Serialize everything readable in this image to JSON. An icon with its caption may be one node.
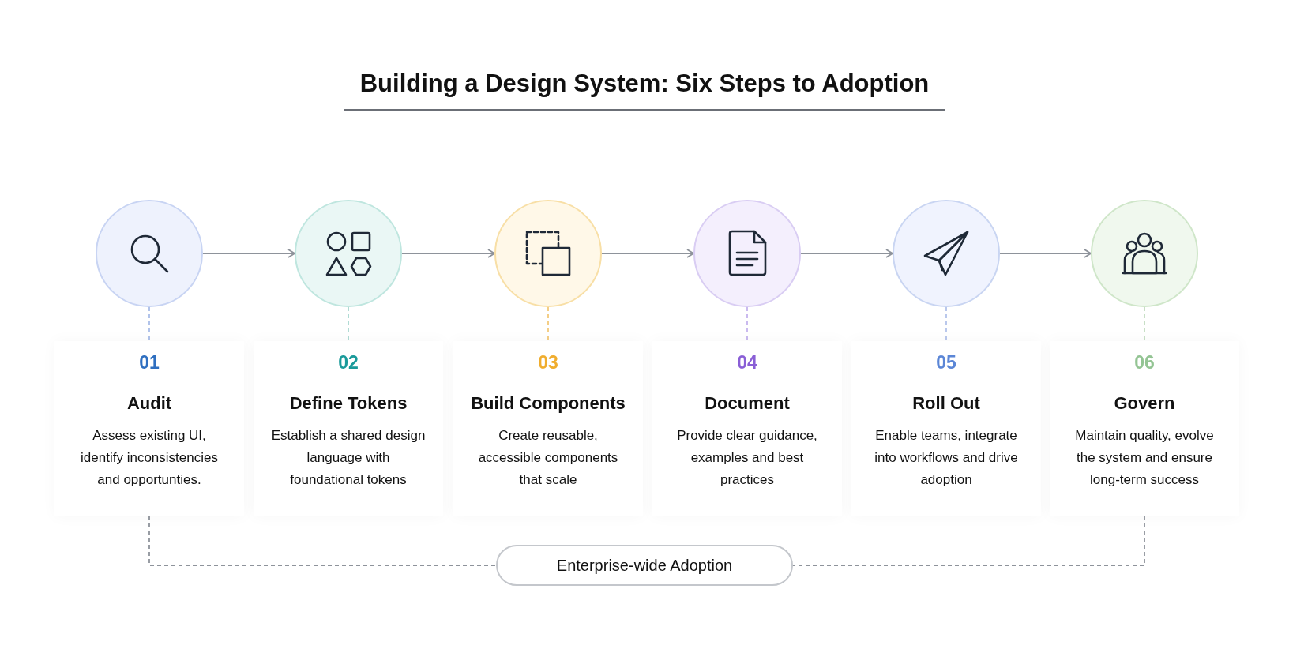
{
  "diagram": {
    "title": "Building a Design System: Six Steps to Adoption",
    "nodes": [
      {
        "text": [],
        "shape": "circle"
      },
      {
        "text": [],
        "shape": "circle"
      },
      {
        "text": [],
        "shape": "circle"
      },
      {
        "text": [],
        "shape": "circle"
      },
      {
        "text": [],
        "shape": "circle"
      },
      {
        "text": [],
        "shape": "circle"
      },
      {
        "text": [
          "01",
          "Audit",
          "Assess existing UI, identify inconsistencies and opportunties."
        ]
      },
      {
        "text": [
          "02",
          "Define Tokens",
          "Establish a shared design language with foundational tokens"
        ]
      },
      {
        "text": [
          "03",
          "Build Components",
          "Create reusable, accessible components that scale"
        ]
      },
      {
        "text": [
          "04",
          "Document",
          "Provide clear guidance, examples and best practices"
        ]
      },
      {
        "text": [
          "05",
          "Roll Out",
          "Enable teams, integrate into workflows and drive adoption"
        ]
      },
      {
        "text": [
          "06",
          "Govern",
          "Maintain quality, evolve the system and ensure long-term success"
        ]
      },
      {
        "text": [
          "Enterprise-wide Adoption"
        ]
      }
    ],
    "edges": [
      {
        "from": 0,
        "to": 1,
        "arrow": "to"
      },
      {
        "from": 1,
        "to": 2,
        "arrow": "to"
      },
      {
        "from": 2,
        "to": 3,
        "arrow": "to"
      },
      {
        "from": 3,
        "to": 4,
        "arrow": "to"
      },
      {
        "from": 4,
        "to": 5,
        "arrow": "to"
      },
      {
        "from": 0,
        "to": 6,
        "arrow": "none",
        "style": "dashed",
        "color": "#a9bde8"
      },
      {
        "from": 1,
        "to": 7,
        "arrow": "none",
        "style": "dashed",
        "color": "#a8d8d0"
      },
      {
        "from": 2,
        "to": 8,
        "arrow": "none",
        "style": "dashed",
        "color": "#f3c97a"
      },
      {
        "from": 3,
        "to": 9,
        "arrow": "none",
        "style": "dashed",
        "color": "#c5b3ee"
      },
      {
        "from": 4,
        "to": 10,
        "arrow": "none",
        "style": "dashed",
        "color": "#b3c3ea"
      },
      {
        "from": 5,
        "to": 11,
        "arrow": "none",
        "style": "dashed",
        "color": "#c2dcc0"
      },
      {
        "from": 6,
        "to": 12,
        "arrow": "none",
        "style": "dashed"
      },
      {
        "from": 11,
        "to": 12,
        "arrow": "none",
        "style": "dashed"
      }
    ]
  }
}
